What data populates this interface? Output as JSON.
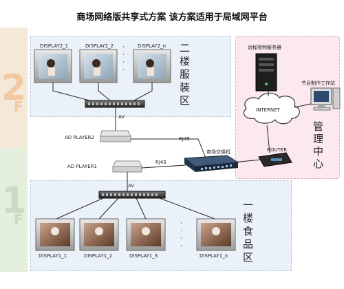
{
  "title": "商场网络版共享式方案 该方案适用于局域网平台",
  "floors": {
    "f2": {
      "num": "2",
      "letter": "F",
      "area": "二楼服装区"
    },
    "f1": {
      "num": "1",
      "letter": "F",
      "area": "一楼食品区"
    }
  },
  "displays_2f": [
    "DISPLAY2_1",
    "DISPLAY2_2",
    "DISPLAY2_n"
  ],
  "displays_1f": [
    "DISPLAY1_1",
    "DISPLAY1_2",
    "DISPLAY1_3",
    "DISPLAY1_n"
  ],
  "dots": "·\n·\n·\n·",
  "av": "AV",
  "player2": "AD PLAYER2",
  "player1": "AD PLAYER1",
  "rj45": "RJ45",
  "switch": "商场交换机",
  "router": "ROUTER",
  "internet": "INTERNET",
  "server": "远程视频服务器",
  "workstation": "节目制作工作站",
  "mgmt_center": "管理中心"
}
